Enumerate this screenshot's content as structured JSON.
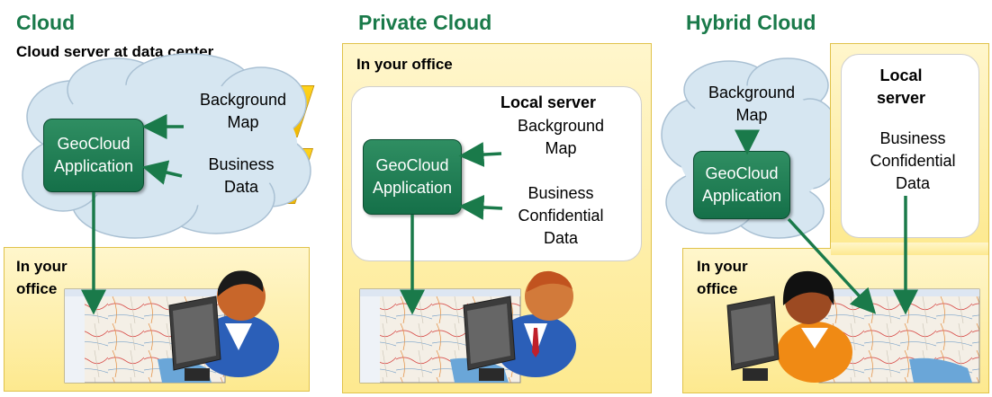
{
  "sections": {
    "cloud": {
      "title": "Cloud",
      "subtitle": "Cloud server at data center",
      "background_map": "Background\nMap",
      "business_data": "Business\nData",
      "app": "GeoCloud\nApplication",
      "office_label": "In your\noffice"
    },
    "private": {
      "title": "Private Cloud",
      "office_label": "In your office",
      "server_label": "Local server",
      "background_map": "Background\nMap",
      "business_data": "Business\nConfidential\nData",
      "app": "GeoCloud\nApplication"
    },
    "hybrid": {
      "title": "Hybrid Cloud",
      "server_label": "Local\nserver",
      "background_map": "Background\nMap",
      "business_data": "Business\nConfidential\nData",
      "app": "GeoCloud\nApplication",
      "office_label": "In your\noffice"
    }
  },
  "colors": {
    "title_green": "#1a7a4a",
    "app_green": "#157049",
    "data_yellow": "#ffd31a",
    "office_yellow": "#fde98f",
    "cloud_fill": "#d6e6f1",
    "arrow_green": "#1a7a4a"
  },
  "icons": [
    "cloud-shape",
    "map-screenshot",
    "computer-monitor-icon",
    "person-icon"
  ]
}
